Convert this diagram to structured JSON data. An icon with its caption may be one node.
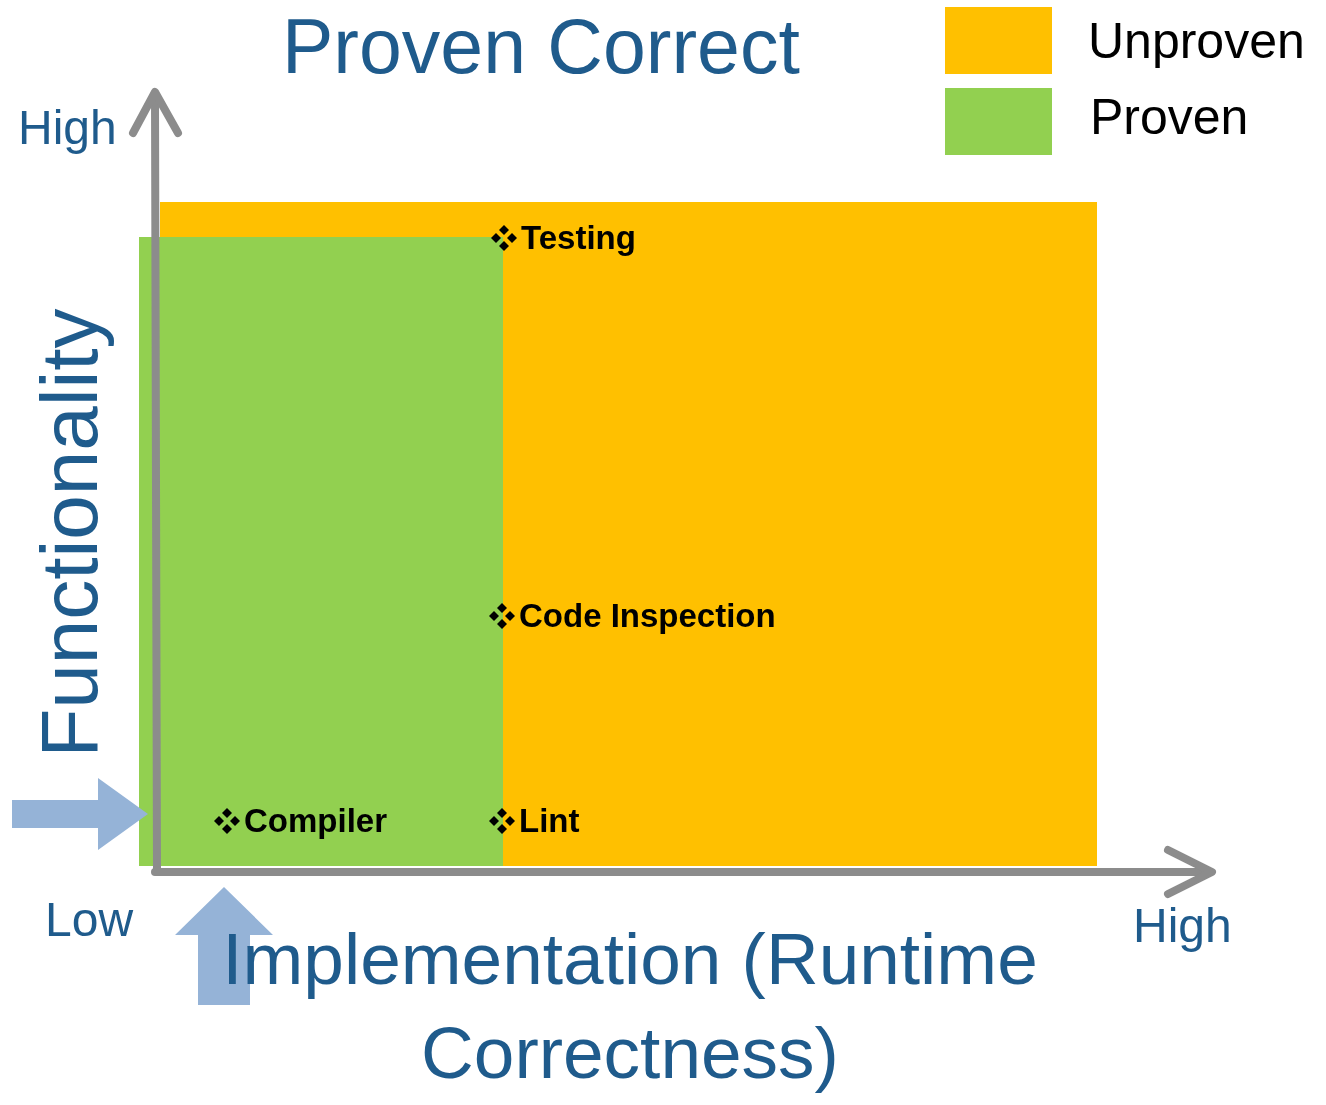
{
  "diagram": {
    "title": "Proven Correct",
    "labels": [
      "High",
      "Functionality",
      "Testing",
      "Code Inspection",
      "Compiler",
      "Lint",
      "Low",
      "High",
      "Implementation (Runtime Correctness)"
    ],
    "legend": [
      {
        "text": "Unproven",
        "color": "#ffc000"
      },
      {
        "text": "Proven",
        "color": "#92d050"
      }
    ]
  }
}
